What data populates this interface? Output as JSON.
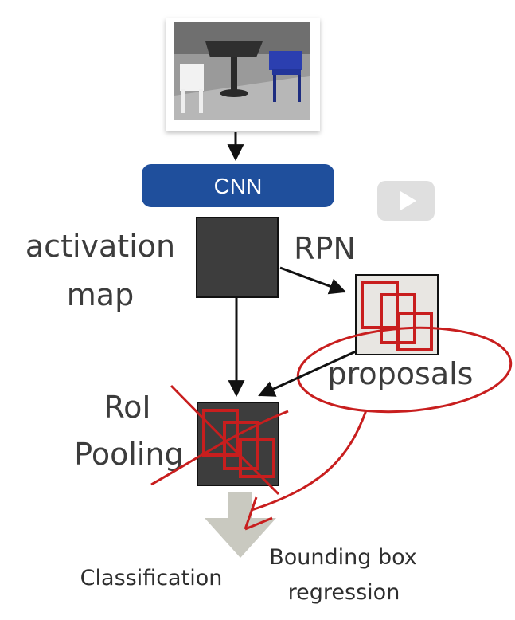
{
  "diagram": {
    "cnn_label": "CNN",
    "activation_map_line1": "activation",
    "activation_map_line2": "map",
    "rpn_label": "RPN",
    "proposals_label": "proposals",
    "roi_pooling_line1": "RoI",
    "roi_pooling_line2": "Pooling",
    "classification_label": "Classification",
    "bbox_line1": "Bounding box",
    "bbox_line2": "regression"
  },
  "colors": {
    "cnn_blue": "#1f4f9c",
    "feature_map": "#3d3d3d",
    "annotation_red": "#c81e1e",
    "proposal_bg": "#e8e6e2",
    "output_arrow": "#c9c9c0"
  },
  "icons": {
    "input_image": "chairs-photo-icon",
    "video_play": "play-button-icon"
  }
}
